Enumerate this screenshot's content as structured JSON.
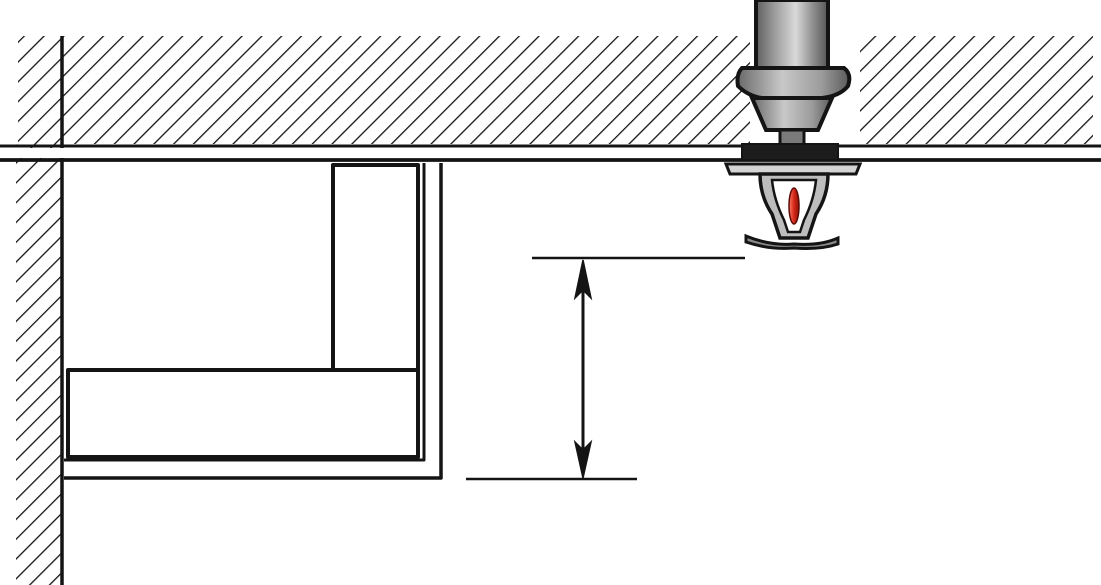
{
  "diagram": {
    "description_free": true,
    "colors": {
      "ink": "#141414",
      "paper": "#ffffff",
      "pipe_dark": "#6d6d6d",
      "pipe_light": "#c4c4c4",
      "bulb": "#d62718"
    },
    "elements": {
      "ceiling": "ceiling-slab",
      "wall": "wall-section",
      "soffit": "soffit-box",
      "sprinkler": "pendent-sprinkler-head",
      "dimension": "vertical-dimension-arrow"
    }
  }
}
